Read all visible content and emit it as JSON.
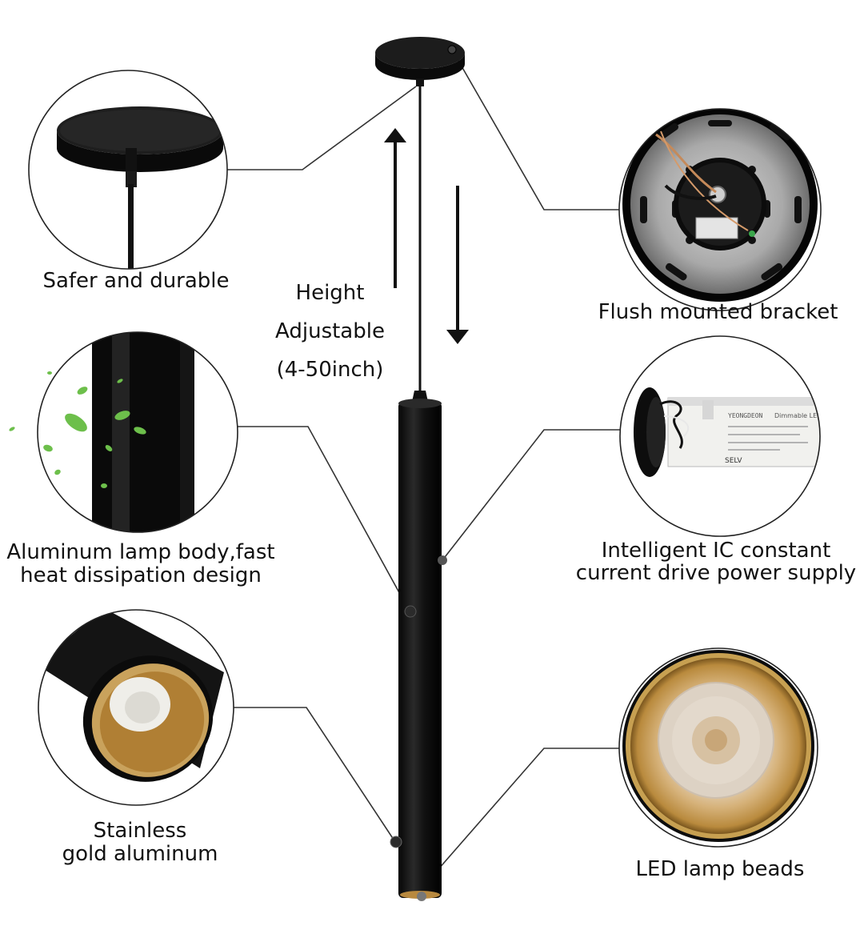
{
  "labels": {
    "safer": "Safer and durable",
    "height": [
      "Height",
      "Adjustable",
      "(4-50inch)"
    ],
    "bracket": "Flush mounted bracket",
    "aluminum": [
      "Aluminum lamp body,fast",
      "heat dissipation design"
    ],
    "ic_driver": [
      "Intelligent IC constant",
      "current drive power supply"
    ],
    "stainless": [
      "Stainless",
      "gold aluminum"
    ],
    "led": "LED lamp beads"
  },
  "driver_box": {
    "brand": "YEONGDEON",
    "type": "Dimmable LED",
    "mark": "SELV"
  },
  "colors": {
    "lamp_black": "#161616",
    "gold": "#b8893f",
    "line": "#333333",
    "leaf": "#6dbf4b"
  }
}
